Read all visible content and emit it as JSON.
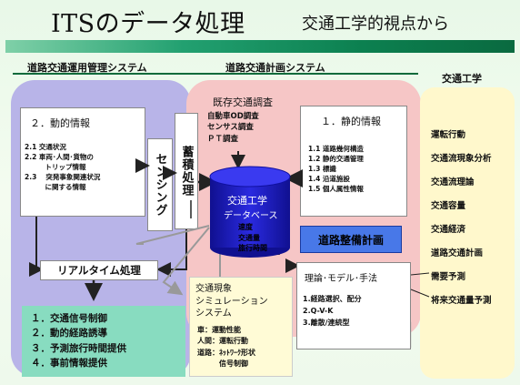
{
  "title": {
    "main": "ITSのデータ処理",
    "sub": "交通工学的視点から"
  },
  "sections": {
    "left": "道路交通運用管理システム",
    "middle": "道路交通計画システム",
    "right": "交通工学"
  },
  "dynamic_info": {
    "heading": "２．動的情報",
    "items": [
      "2.1 交通状況",
      "2.2 車両･人間･貨物の",
      "　　　トリップ情報",
      "2.3　 突発事象関連状況",
      "　　　に関する情報"
    ]
  },
  "sensing": "センシング",
  "storage": "蓄積処理",
  "existing_survey": {
    "heading": "既存交通調査",
    "items": [
      "自動車OD調査",
      "センサス調査",
      "ＰＴ調査"
    ]
  },
  "static_info": {
    "heading": "１．静的情報",
    "items": [
      "1.1 道路幾何構造",
      "1.2 静的交通管理",
      "1.3 標識",
      "1.4 沿道施設",
      "1.5 個人属性情報"
    ]
  },
  "database": {
    "title_line1": "交通工学",
    "title_line2": "データベース",
    "items": [
      "速度",
      "交通量",
      "旅行時間"
    ]
  },
  "road_plan": "道路整備計画",
  "theory_box": {
    "heading": "理論･モデル･手法",
    "items": [
      "1.経路選択、配分",
      "2.Q-V-K",
      "3.離散/連続型"
    ]
  },
  "realtime": "リアルタイム処理",
  "simulation": {
    "heading_line1": "交通現象",
    "heading_line2": "シミュレーション",
    "heading_line3": "システム",
    "items": [
      "車：運動性能",
      "人間：運転行動",
      "道路：ﾈｯﾄﾜｰｸ形状",
      "　　　信号制御"
    ]
  },
  "outputs": [
    "１．交通信号制御",
    "２．動的経路誘導",
    "３．予測旅行時間提供",
    "４．事前情報提供"
  ],
  "traffic_engineering": [
    "運転行動",
    "交通流現象分析",
    "交通流理論",
    "交通容量",
    "交通経済",
    "道路交通計画",
    "需要予測",
    "将来交通量予測"
  ],
  "colors": {
    "left_panel": "#b8b4e8",
    "middle_panel": "#f6c6c6",
    "right_panel": "#fff8cc",
    "output_box": "#88dcc0",
    "title_bar": "#0c8050",
    "database": "#1818c8",
    "road_plan_box": "#4878e8"
  }
}
